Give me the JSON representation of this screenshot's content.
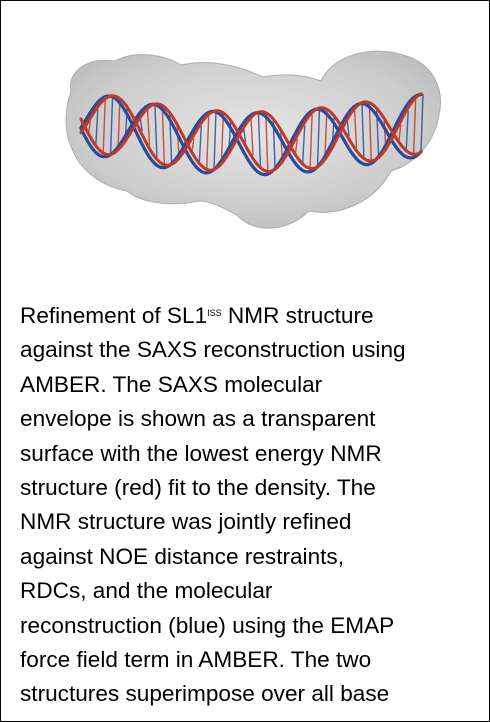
{
  "figure": {
    "colors": {
      "envelope": "#c8c8c8",
      "nmr_structure": "#c0392b",
      "reconstruction": "#2c4a9a"
    }
  },
  "caption": {
    "lines": [
      {
        "pre": "Refinement of SL1",
        "sup": "ISS",
        "post": " NMR structure"
      },
      {
        "text": "against the SAXS reconstruction using"
      },
      {
        "text": "AMBER. The SAXS molecular"
      },
      {
        "text": "envelope is shown as a transparent"
      },
      {
        "text": "surface with the lowest energy NMR"
      },
      {
        "text": "structure (red) fit to the density. The"
      },
      {
        "text": "NMR structure was jointly refined"
      },
      {
        "text": "against NOE distance restraints,"
      },
      {
        "text": "RDCs, and the molecular"
      },
      {
        "text": "reconstruction (blue) using the EMAP"
      },
      {
        "text": "force field term in AMBER. The two"
      },
      {
        "text": "structures superimpose over all base"
      }
    ]
  }
}
